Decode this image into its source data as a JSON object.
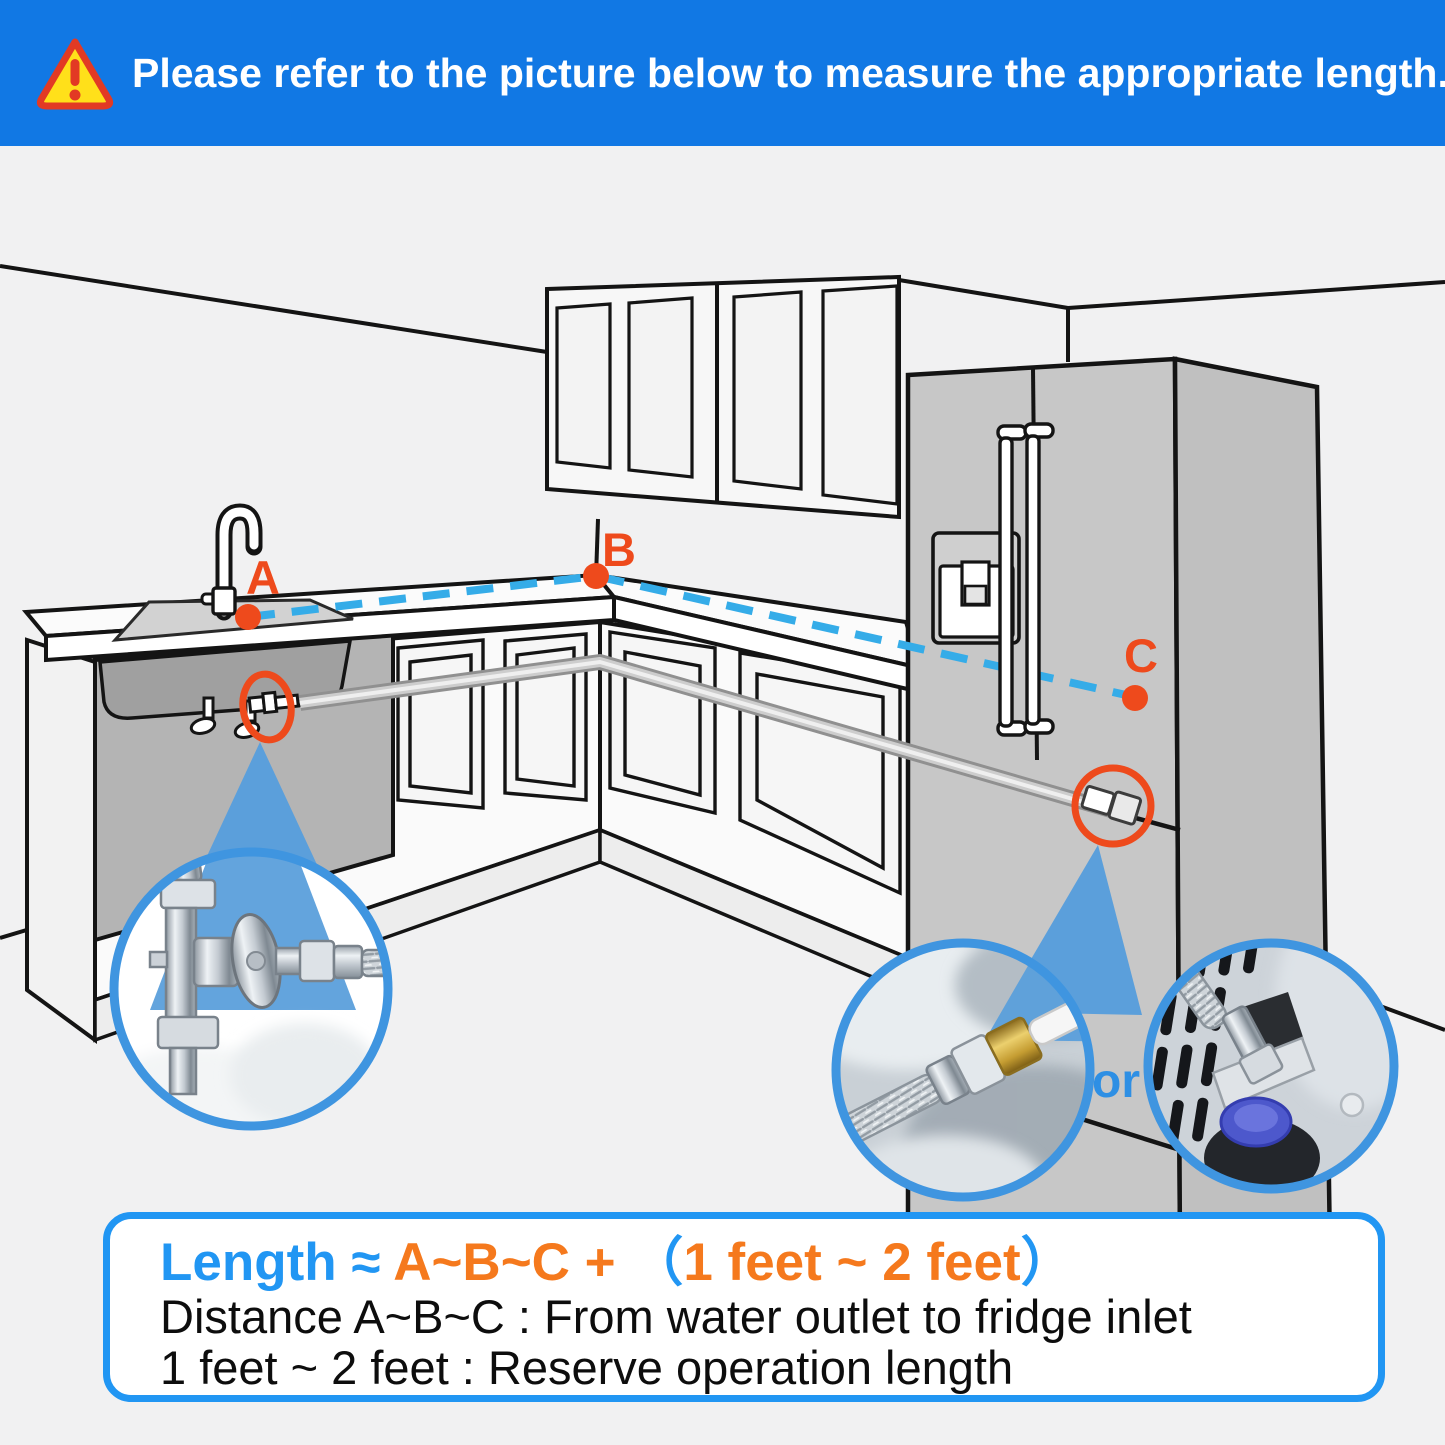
{
  "banner": {
    "text": "Please refer to the picture below to measure the appropriate length.",
    "warning_icon": "warning-triangle-icon",
    "bg_color": "#1178E4"
  },
  "scene": {
    "point_labels": {
      "a": "A",
      "b": "B",
      "c": "C"
    },
    "or_label": "or",
    "colors": {
      "marker_orange": "#EE4A1C",
      "dashed_line_cyan": "#35ACE8",
      "beam_blue": "#5B9FDB",
      "callout_ring_blue": "#3F95E0",
      "fridge_gray": "#c7c7c7"
    },
    "callout_icons": {
      "under_sink": "three-way-valve-photo",
      "fridge_hose": "braided-hose-brass-connector-photo",
      "fridge_back": "fridge-back-water-inlet-photo"
    }
  },
  "info_box": {
    "formula": {
      "length_part": "Length ≈ ",
      "abc_part": "A~B~C + ",
      "paren_open": "（",
      "range_part": "1 feet ~ 2 feet",
      "paren_close": "）"
    },
    "line2": "Distance A~B~C : From water outlet to fridge inlet",
    "line3": "1 feet ~ 2 feet : Reserve operation length",
    "accent_blue": "#2196F3",
    "accent_orange": "#F5791D"
  }
}
